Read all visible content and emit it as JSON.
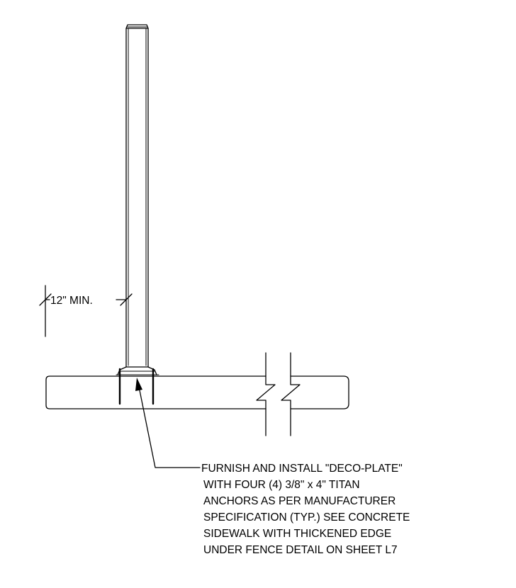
{
  "dimension": {
    "label": "12\" MIN."
  },
  "callout": {
    "lines": [
      "FURNISH AND INSTALL \"DECO-PLATE\"",
      "WITH FOUR (4) 3/8\" x 4\" TITAN",
      "ANCHORS AS PER MANUFACTURER",
      "SPECIFICATION (TYP.)  SEE CONCRETE",
      "SIDEWALK WITH THICKENED EDGE",
      "UNDER FENCE DETAIL ON SHEET L7"
    ]
  }
}
